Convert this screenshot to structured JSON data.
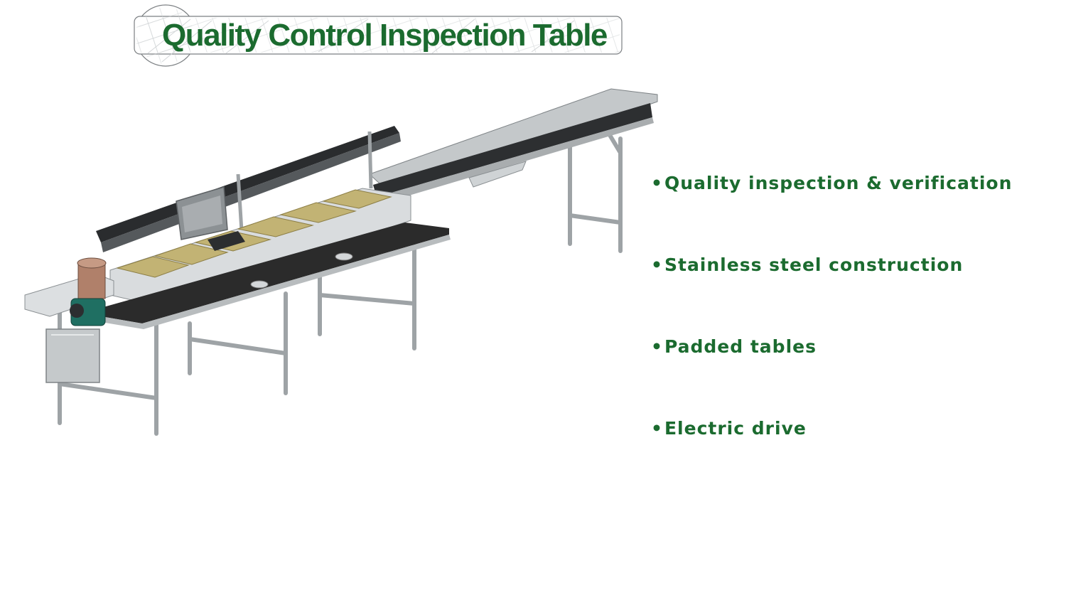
{
  "title": "Quality Control Inspection Table",
  "features": [
    {
      "label": "Quality inspection & verification"
    },
    {
      "label": "Stainless steel construction"
    },
    {
      "label": "Padded tables"
    },
    {
      "label": "Electric drive"
    }
  ],
  "bullet_symbol": "•",
  "colors": {
    "title_green": "#1b6b2f",
    "text_green": "#1b6b2f",
    "steel": "#a9adaf",
    "belt_dark": "#2b2b2b",
    "product_pad": "#c2b374",
    "motor_teal": "#1f6f62",
    "operator_skin": "#b0806a"
  },
  "icons": [
    "conveyor-table-illustration"
  ]
}
